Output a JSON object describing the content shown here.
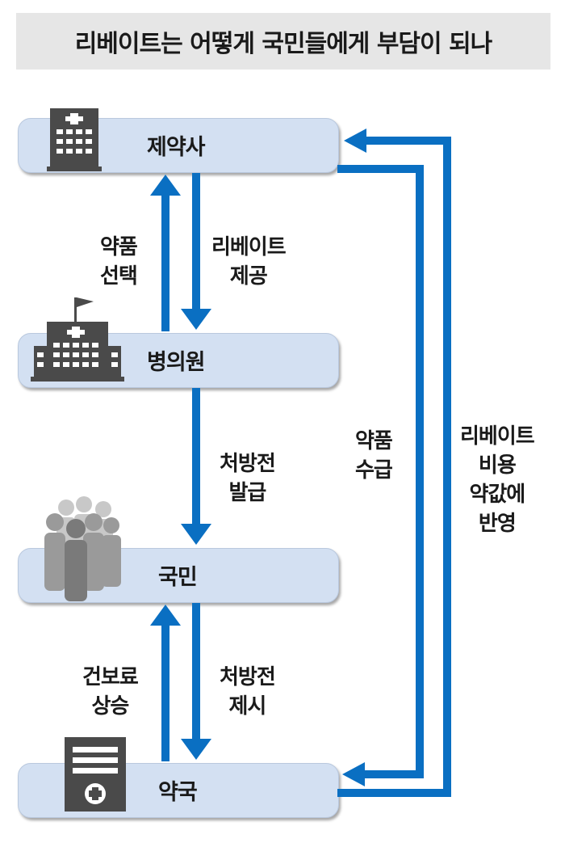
{
  "title": "리베이트는 어떻게 국민들에게 부담이 되나",
  "nodes": {
    "pharma": {
      "label": "제약사",
      "icon": "factory-building-icon"
    },
    "hospital": {
      "label": "병의원",
      "icon": "hospital-building-icon"
    },
    "citizens": {
      "label": "국민",
      "icon": "people-group-icon"
    },
    "pharmacy": {
      "label": "약국",
      "icon": "pharmacy-sign-icon"
    }
  },
  "edges": {
    "drug_selection": "약품\n선택",
    "rebate_provision": "리베이트\n제공",
    "prescription_issue": "처방전\n발급",
    "insurance_increase": "건보료\n상승",
    "prescription_present": "처방전\n제시",
    "drug_supply": "약품\n수급",
    "rebate_cost": "리베이트\n비용\n약값에\n반영"
  },
  "colors": {
    "arrow": "#0a6fc2",
    "box": "#d3e0f2",
    "title_bg": "#e6e6e6",
    "icon": "#4a4a4a"
  }
}
